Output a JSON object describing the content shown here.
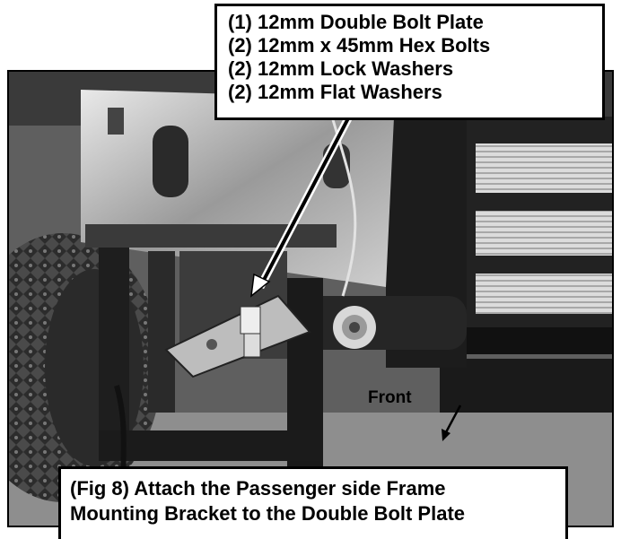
{
  "parts_list": [
    "(1) 12mm Double Bolt Plate",
    "(2) 12mm x 45mm Hex Bolts",
    "(2) 12mm Lock Washers",
    "(2) 12mm Flat Washers"
  ],
  "front_label": "Front",
  "caption": {
    "line1": "(Fig 8) Attach the Passenger side Frame",
    "line2": "Mounting Bracket to the Double Bolt Plate"
  }
}
